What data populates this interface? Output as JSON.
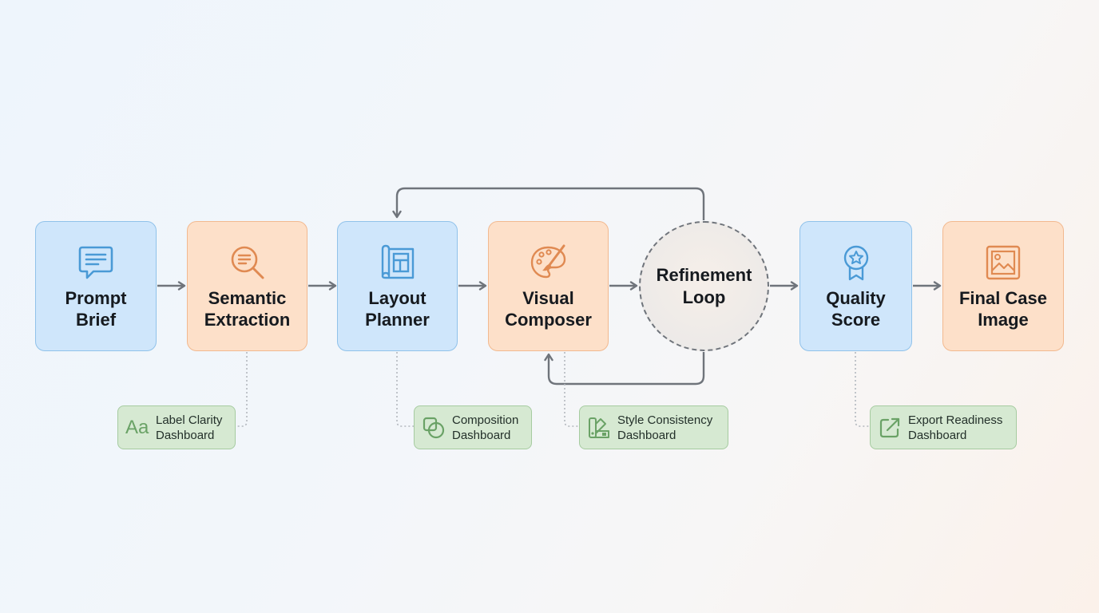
{
  "nodes": {
    "prompt_brief": {
      "label": "Prompt\nBrief",
      "icon": "chat-bubble-icon"
    },
    "semantic_extraction": {
      "label": "Semantic\nExtraction",
      "icon": "magnifier-icon"
    },
    "layout_planner": {
      "label": "Layout\nPlanner",
      "icon": "blueprint-icon"
    },
    "visual_composer": {
      "label": "Visual\nComposer",
      "icon": "palette-icon"
    },
    "refinement_loop": {
      "label": "Refinement\nLoop"
    },
    "quality_score": {
      "label": "Quality\nScore",
      "icon": "award-ribbon-icon"
    },
    "final_case_image": {
      "label": "Final Case\nImage",
      "icon": "image-icon"
    }
  },
  "dashboards": {
    "label_clarity": {
      "icon_text": "Aa",
      "label": "Label Clarity\nDashboard"
    },
    "composition": {
      "label": "Composition\nDashboard",
      "icon": "overlap-shapes-icon"
    },
    "style_consistency": {
      "label": "Style Consistency\nDashboard",
      "icon": "swatch-icon"
    },
    "export_readiness": {
      "label": "Export Readiness\nDashboard",
      "icon": "external-link-icon"
    }
  },
  "colors": {
    "blue_fill": "#cfe6fb",
    "orange_fill": "#fde0c9",
    "green_fill": "#d6e9d2",
    "arrow": "#6f747b",
    "blue_icon": "#4a9ad6",
    "orange_icon": "#e08a52",
    "green_icon": "#6aa266"
  }
}
